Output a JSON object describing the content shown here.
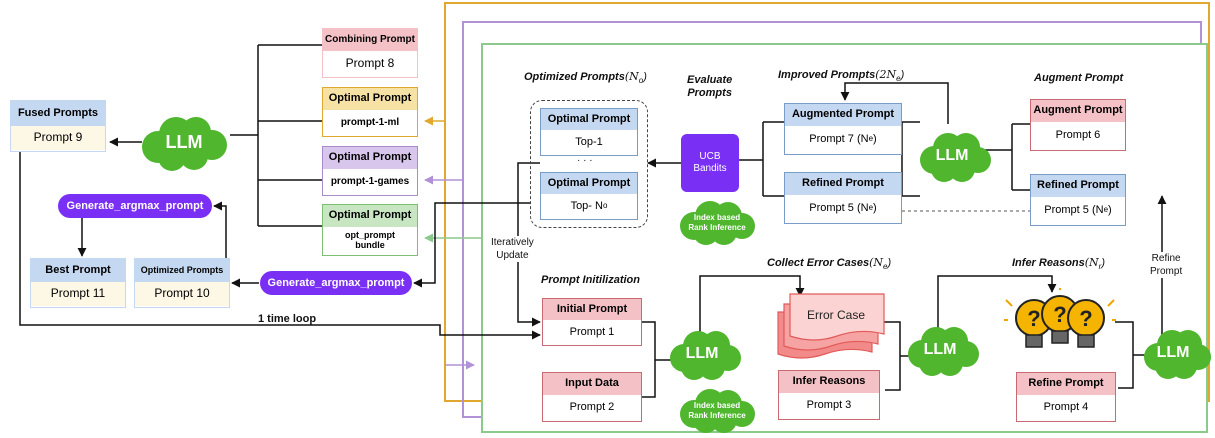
{
  "colors": {
    "frame_yellow": "#e0a82e",
    "frame_purple": "#b292d6",
    "frame_green": "#8cc98c",
    "blue_header": "#c5d8f1",
    "blue_border": "#7a9cc8",
    "pink_header": "#f4c2c6",
    "pink_border": "#c96a72",
    "yellow_header": "#f7e2a6",
    "yellow_border": "#e0a82e",
    "purple_header": "#d9c6ec",
    "purple_border": "#a98bcc",
    "green_header": "#c7e6c1",
    "green_border": "#7dbf72",
    "cloud_green": "#4fb62e",
    "pill_purple": "#7a2ff5"
  },
  "left": {
    "fused": {
      "header": "Fused Prompts",
      "body": "Prompt 9"
    },
    "combining": {
      "header": "Combining Prompt",
      "body": "Prompt 8"
    },
    "optimal_ml": {
      "header": "Optimal Prompt",
      "body": "prompt-1-ml"
    },
    "optimal_games": {
      "header": "Optimal Prompt",
      "body": "prompt-1-games"
    },
    "optimal_bundle": {
      "header": "Optimal Prompt",
      "body": "opt_prompt\nbundle"
    },
    "llm_cloud": "LLM",
    "gen_top": "Generate_argmax_prompt",
    "gen_bottom": "Generate_argmax_prompt",
    "best": {
      "header": "Best Prompt",
      "body": "Prompt 11"
    },
    "optimized": {
      "header": "Optimized Prompts",
      "body": "Prompt 10"
    },
    "loop_label": "1 time loop"
  },
  "main": {
    "optimized_title": "Optimized Prompts",
    "optimized_title_math": "(N",
    "optimized_title_sub": "o",
    "evaluate_title": "Evaluate\nPrompts",
    "improved_title": "Improved Prompts",
    "improved_math": "(2N",
    "improved_sub": "e",
    "augment_title": "Augment Prompt",
    "top1": {
      "header": "Optimal Prompt",
      "body": "Top-1"
    },
    "dots": "· · ·",
    "topn": {
      "header": "Optimal Prompt",
      "body": "Top- N",
      "sub": "o"
    },
    "ucb": "UCB\nBandits",
    "index_based_1": "Index based\nRank Inference",
    "augmented": {
      "header": "Augmented Prompt",
      "body": "Prompt 7  (N",
      "sub": "e"
    },
    "refined": {
      "header": "Refined Prompt",
      "body": "Prompt 5  (N",
      "sub": "e"
    },
    "llm_mid": "LLM",
    "augment_box": {
      "header": "Augment Prompt",
      "body": "Prompt 6"
    },
    "refined_right": {
      "header": "Refined Prompt",
      "body": "Prompt 5  (N",
      "sub": "e"
    },
    "iteratively": "Iteratively\nUpdate",
    "refine_label": "Refine\nPrompt",
    "prompt_init_title": "Prompt Initilization",
    "collect_title": "Collect Error Cases",
    "collect_math": "(N",
    "collect_sub": "e",
    "infer_title": "Infer Reasons",
    "infer_math": "(N",
    "infer_sub": "r",
    "initial": {
      "header": "Initial Prompt",
      "body": "Prompt 1"
    },
    "input": {
      "header": "Input Data",
      "body": "Prompt 2"
    },
    "llm_low1": "LLM",
    "index_based_2": "Index based\nRank Inference",
    "error_case": "Error Case",
    "infer_reasons_box": {
      "header": "Infer Reasons",
      "body": "Prompt 3"
    },
    "llm_low2": "LLM",
    "refine_box": {
      "header": "Refine Prompt",
      "body": "Prompt 4"
    },
    "llm_low3": "LLM"
  }
}
